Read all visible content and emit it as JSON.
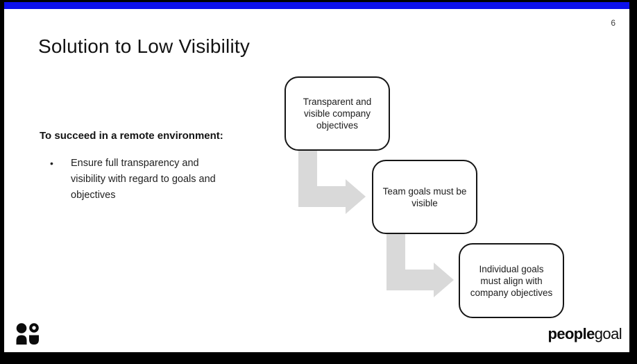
{
  "slide": {
    "page_number": "6",
    "title": "Solution to Low Visibility",
    "accent_bar_color": "#0c10ec",
    "left_panel": {
      "heading": "To succeed in a remote environment:",
      "bullet_glyph": "•",
      "bullet_text": "Ensure full transparency and visibility with regard to goals and objectives"
    },
    "diagram": {
      "arrow_color": "#d9d9d9",
      "boxes": [
        {
          "label": "Transparent and visible company objectives"
        },
        {
          "label": "Team goals must be visible"
        },
        {
          "label": "Individual goals must align with company objectives"
        }
      ]
    },
    "footer": {
      "brand_bold": "people",
      "brand_light": "goal"
    }
  }
}
